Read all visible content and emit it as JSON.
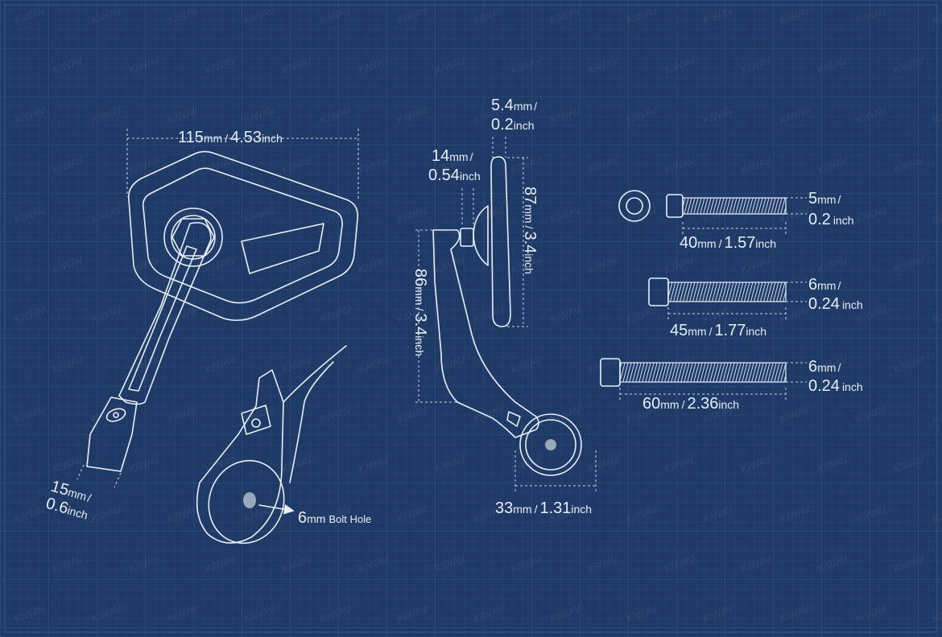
{
  "brand_watermark": "KiWAV",
  "colors": {
    "background": "#1f3a66",
    "grid_line": "#2a4a7a",
    "line_art": "#e9f0fa",
    "label": "#e6eef8"
  },
  "dimensions": {
    "width": {
      "mm": "115",
      "inch": "4.53"
    },
    "bar_end": {
      "mm": "15",
      "inch": "0.6"
    },
    "bolt_hole": {
      "value": "6",
      "unit": "mm",
      "text": "Bolt Hole"
    },
    "glass_thickness": {
      "mm": "5.4",
      "inch": "0.2"
    },
    "stem": {
      "mm": "14",
      "inch": "0.54"
    },
    "glass_height": {
      "mm": "87",
      "inch": "3.4"
    },
    "arm_height": {
      "mm": "86",
      "inch": "3.4"
    },
    "clamp_diameter": {
      "mm": "33",
      "inch": "1.31"
    }
  },
  "bolts": [
    {
      "length_mm": "40",
      "length_inch": "1.57",
      "dia_mm": "5",
      "dia_inch": "0.2"
    },
    {
      "length_mm": "45",
      "length_inch": "1.77",
      "dia_mm": "6",
      "dia_inch": "0.24"
    },
    {
      "length_mm": "60",
      "length_inch": "2.36",
      "dia_mm": "6",
      "dia_inch": "0.24"
    }
  ],
  "units": {
    "mm": "mm",
    "inch": "inch",
    "slash": "/"
  }
}
